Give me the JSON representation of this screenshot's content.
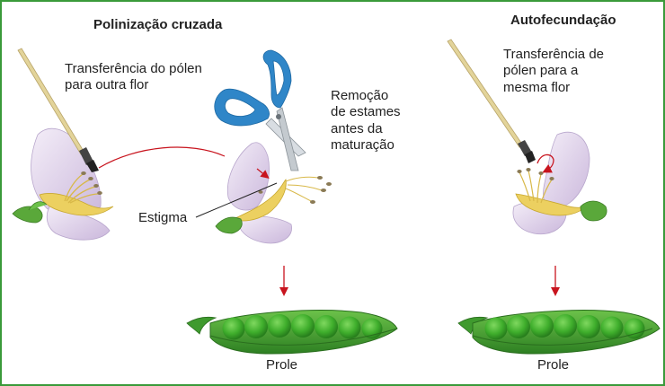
{
  "titles": {
    "cross": "Polinização cruzada",
    "self": "Autofecundação"
  },
  "labels": {
    "cross_transfer": "Transferência do pólen\npara outra flor",
    "stamen_removal": "Remoção\nde estames\nantes da\nmaturação",
    "stigma": "Estigma",
    "self_transfer": "Transferência de\npólen para a\nmesma flor",
    "offspring_left": "Prole",
    "offspring_right": "Prole"
  },
  "colors": {
    "border": "#3a9a3a",
    "petal": "#e8def0",
    "petal_shade": "#cbb8dc",
    "stamen": "#e8cc55",
    "sepal": "#5aa83a",
    "pod": "#3c9a30",
    "pea": "#4fb83a",
    "scissors": "#2f86c8",
    "arrow": "#c8141e",
    "brush_handle": "#e3d49a"
  },
  "icons": [
    "paintbrush-icon",
    "scissors-icon",
    "pea-flower-icon",
    "pea-pod-icon",
    "arrow-down-icon"
  ]
}
